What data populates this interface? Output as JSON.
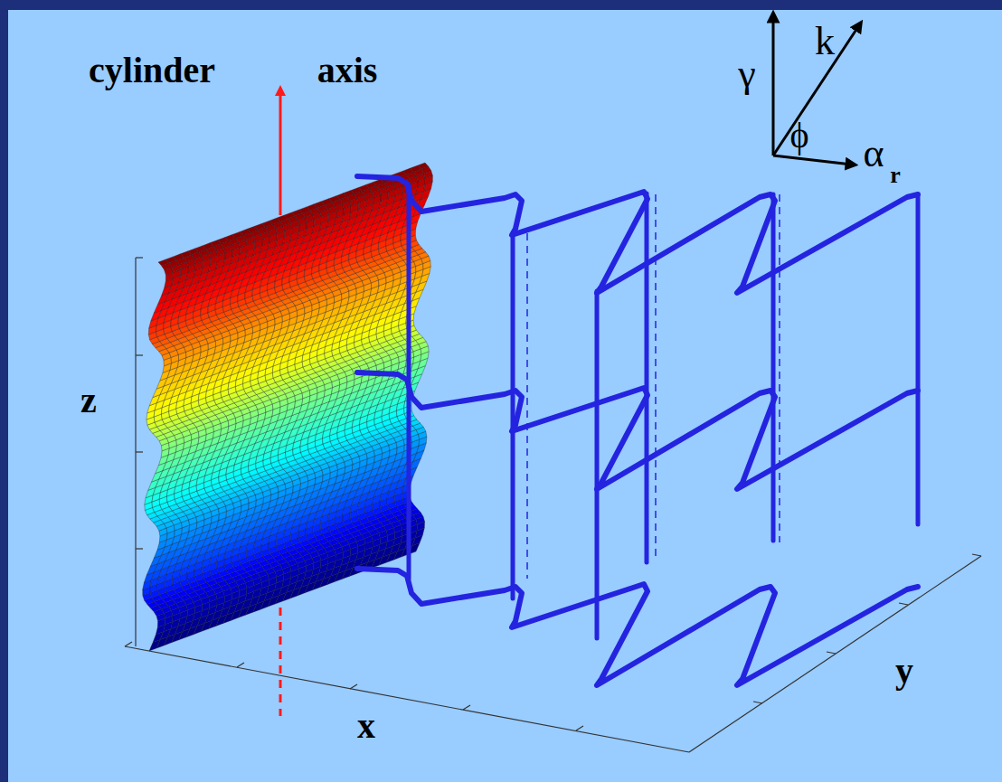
{
  "diagram": {
    "labels": [
      "cylinder",
      "axis",
      "z",
      "x",
      "y",
      "γ",
      "k",
      "ϕ",
      "α",
      "r"
    ]
  }
}
